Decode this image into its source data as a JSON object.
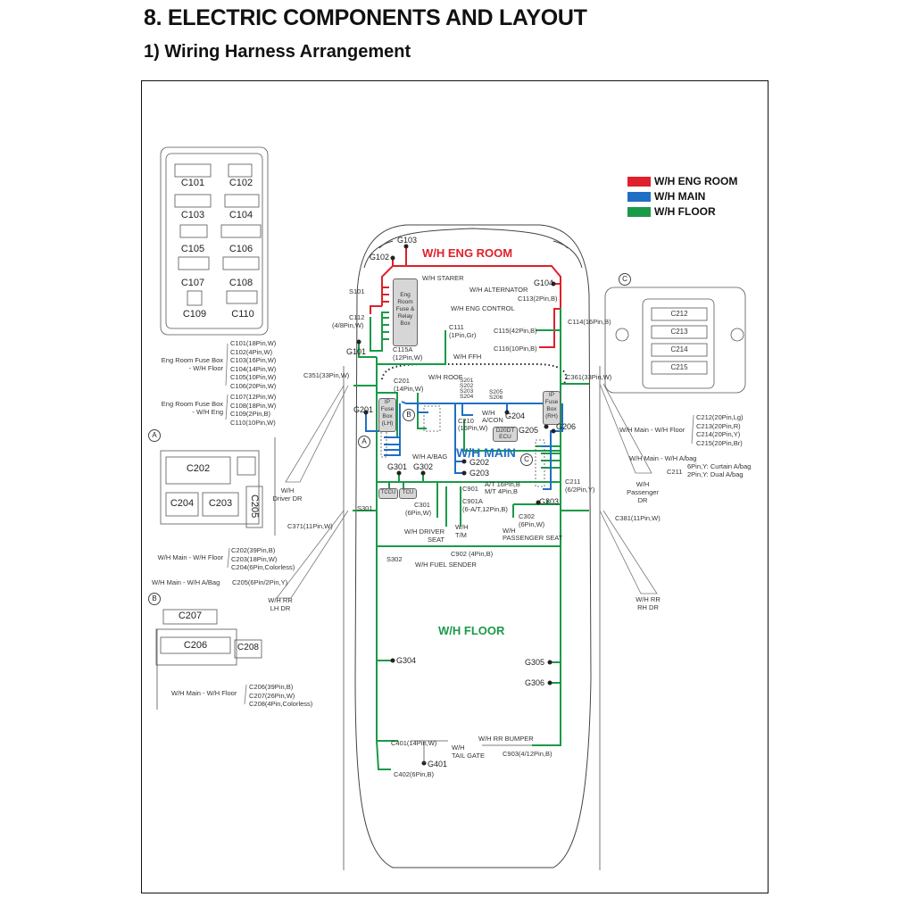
{
  "header": {
    "title": "8. ELECTRIC COMPONENTS AND LAYOUT",
    "subtitle": "1) Wiring Harness Arrangement"
  },
  "legend": [
    {
      "label": "W/H ENG ROOM",
      "color": "#e0202a"
    },
    {
      "label": "W/H MAIN",
      "color": "#1f6fc4"
    },
    {
      "label": "W/H FLOOR",
      "color": "#1a9a48"
    }
  ],
  "harness_titles": {
    "eng_room": "W/H ENG ROOM",
    "main": "W/H MAIN",
    "floor": "W/H FLOOR"
  },
  "eng_room_box": {
    "connectors": [
      "C101",
      "C102",
      "C103",
      "C104",
      "C105",
      "C106",
      "C107",
      "C108",
      "C109",
      "C110"
    ],
    "group1_label": [
      "Eng Room Fuse Box",
      "- W/H Floor"
    ],
    "group1": [
      "C101(18Pin,W)",
      "C102(4Pin,W)",
      "C103(16Pin,W)",
      "C104(14Pin,W)",
      "C105(10Pin,W)",
      "C106(20Pin,W)"
    ],
    "group2_label": [
      "Eng Room Fuse Box",
      "- W/H Eng"
    ],
    "group2": [
      "C107(12Pin,W)",
      "C108(18Pin,W)",
      "C109(2Pin,B)",
      "C110(10Pin,W)"
    ]
  },
  "detail_a": {
    "marker": "A",
    "connectors": [
      "C202",
      "C204",
      "C203",
      "C205"
    ],
    "floor_label": "W/H Main - W/H Floor",
    "floor_list": [
      "C202(39Pin,B)",
      "C203(18Pin,W)",
      "C204(6Pin,Colorless)"
    ],
    "abag_label": "W/H Main - W/H A/Bag",
    "abag_value": "C205(6Pin/2Pin,Y)"
  },
  "detail_b": {
    "marker": "B",
    "connectors": [
      "C207",
      "C206",
      "C208"
    ],
    "floor_label": "W/H Main - W/H Floor",
    "floor_list": [
      "C206(39Pin,B)",
      "C207(26Pin,W)",
      "C208(4Pin,Colorless)"
    ]
  },
  "detail_c": {
    "marker": "C",
    "connectors": [
      "C212",
      "C213",
      "C214",
      "C215"
    ],
    "floor_label": "W/H Main - W/H Floor",
    "floor_list": [
      "C212(20Pin,Lg)",
      "C213(20Pin,R)",
      "C214(20Pin,Y)",
      "C215(20Pin,Br)"
    ],
    "abag_label": "W/H Main - W/H A/bag",
    "c211_label": "C211",
    "c211_list": [
      "6Pin,Y: Curtain A/bag",
      "2Pin,Y: Dual A/bag"
    ]
  },
  "labels": {
    "g101": "G101",
    "g102": "G102",
    "g103": "G103",
    "g104": "G104",
    "wh_starer": "W/H STARER",
    "s101": "S101",
    "fuse_box": [
      "Eng",
      "Room",
      "Fuse &",
      "Relay",
      "Box"
    ],
    "c112": "C112",
    "c112_spec": "(4/8Pin,W)",
    "c111": "C111",
    "c111_spec": "(1Pin,Gr)",
    "c115a": "C115A",
    "c115a_spec": "(12Pin,W)",
    "wh_alternator": "W/H ALTERNATOR",
    "c113": "C113(2Pin,B)",
    "wh_eng_control": "W/H ENG CONTROL",
    "c114": "C114(16Pin,B)",
    "c115": "C115(42Pin,B)",
    "c116": "C116(10Pin,B)",
    "wh_ffh": "W/H FFH",
    "c351": "C351(33Pin,W)",
    "c201": "C201",
    "c201_spec": "(14Pin,W)",
    "wh_roof": "W/H ROOF",
    "s201_204": [
      "S201",
      "S202",
      "S203",
      "S204"
    ],
    "s205_206": [
      "S205",
      "S206"
    ],
    "c361": "C361(33Pin,W)",
    "g201": "G201",
    "ip_lh": [
      "IP",
      "Fuse",
      "Box",
      "(LH)"
    ],
    "ip_rh": [
      "IP",
      "Fuse",
      "Box",
      "(RH)"
    ],
    "c210": "C210",
    "c210_spec": "(16Pin,W)",
    "wh_acon": [
      "W/H",
      "A/CON"
    ],
    "g204": "G204",
    "ecu": [
      "D20DT",
      "ECU"
    ],
    "g205": "G205",
    "g206": "G206",
    "wh_abag": "W/H A/BAG",
    "g202": "G202",
    "g203": "G203",
    "g301": "G301",
    "g302": "G302",
    "tccu": "TCCU",
    "tcu": "TCU",
    "c901": "C901",
    "c901_list": [
      "A/T 16Pin,B",
      "M/T 4Pin,B"
    ],
    "c211": "C211",
    "c211_spec": "(6/2Pin,Y)",
    "s301": "S301",
    "c301": "C301",
    "c301_spec": "(6Pin,W)",
    "c901a": "C901A",
    "c901a_spec": "(6-A/T,12Pin,B)",
    "g303": "G303",
    "c302": "C302",
    "c302_spec": "(6Pin,W)",
    "wh_driver_seat": [
      "W/H DRIVER",
      "SEAT"
    ],
    "wh_tm": [
      "W/H",
      "T/M"
    ],
    "wh_passenger_seat": [
      "W/H",
      "PASSENGER SEAT"
    ],
    "c381": "C381(11Pin,W)",
    "c371": "C371(11Pin,W)",
    "s302": "S302",
    "c902": "C902 (4Pin,B)",
    "wh_fuel_sender": "W/H FUEL SENDER",
    "g304": "G304",
    "g305": "G305",
    "g306": "G306",
    "wh_rr_bumper": "W/H RR BUMPER",
    "c401": "C401(14Pin,W)",
    "wh_tail_gate": [
      "W/H",
      "TAIL GATE"
    ],
    "c903": "C903(4/12Pin,B)",
    "g401": "G401",
    "c402": "C402(6Pin,B)",
    "wh_driver_dr": [
      "W/H",
      "Driver DR"
    ],
    "wh_rr_lh_dr": [
      "W/H RR",
      "LH DR"
    ],
    "wh_passenger_dr": [
      "W/H",
      "Passenger",
      "DR"
    ],
    "wh_rr_rh_dr": [
      "W/H RR",
      "RH DR"
    ],
    "marker_a": "A",
    "marker_b": "B",
    "marker_c": "C"
  }
}
